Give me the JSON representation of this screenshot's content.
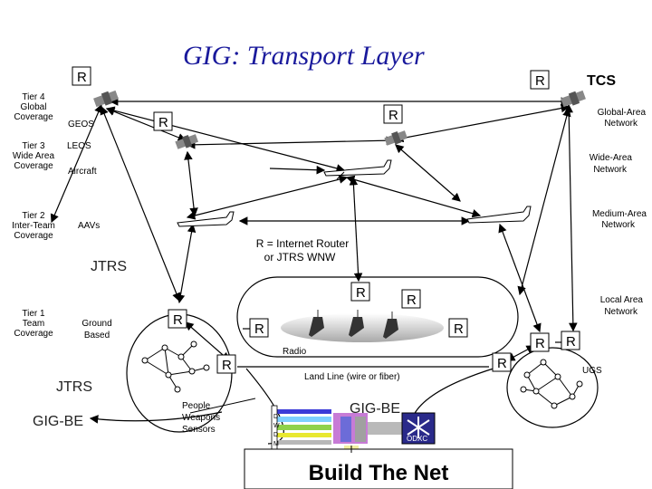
{
  "title": "GIG: Transport Layer",
  "tcs": "TCS",
  "router_label": "R",
  "legend_router": [
    "R = Internet Router",
    "or JTRS WNW"
  ],
  "tiers": {
    "tier4": [
      "Tier 4",
      "Global",
      "Coverage"
    ],
    "tier3": [
      "Tier 3",
      "Wide Area",
      "Coverage"
    ],
    "tier2": [
      "Tier 2",
      "Inter-Team",
      "Coverage"
    ],
    "tier1": [
      "Tier 1",
      "Team",
      "Coverage"
    ]
  },
  "network_labels": {
    "global": [
      "Global-Area",
      "Network"
    ],
    "wide": [
      "Wide-Area",
      "Network"
    ],
    "medium": [
      "Medium-Area",
      "Network"
    ],
    "local": [
      "Local Area",
      "Network"
    ]
  },
  "platforms": {
    "geos": "GEOS",
    "leos": "LEOS",
    "aircraft": "Aircraft",
    "aavs": "AAVs",
    "ground_based": [
      "Ground",
      "Based"
    ],
    "radio": "Radio",
    "land_line": "Land Line (wire or fiber)",
    "ugs": "UGS",
    "people": [
      "People",
      "Weapons",
      "Sensors"
    ]
  },
  "jtrs_top": "JTRS",
  "jtrs_bottom": "JTRS",
  "gig_be_left": "GIG-BE",
  "gig_be_center": "GIG-BE",
  "dwdm": [
    "D",
    "W",
    "D",
    "M"
  ],
  "odxc": "ODXC",
  "build_the_net": "Build The Net"
}
